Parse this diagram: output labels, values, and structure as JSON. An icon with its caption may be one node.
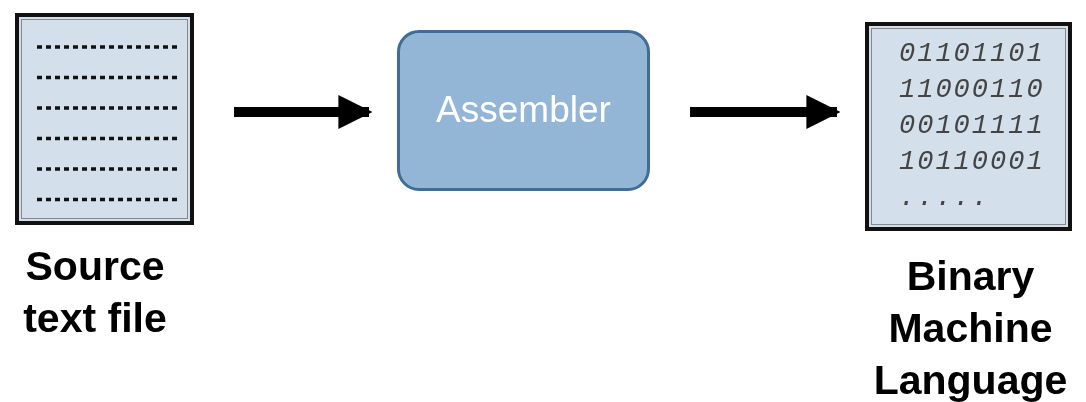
{
  "diagram": {
    "nodes": [
      {
        "text": [
          "Source text file"
        ]
      },
      {
        "text": [
          "Assembler"
        ]
      },
      {
        "text": [
          "01101101",
          "11000110",
          "00101111",
          "10110001",
          ".....",
          "Binary Machine Language"
        ]
      }
    ],
    "edges": [
      {
        "from": 0,
        "to": 1,
        "arrow": "to"
      },
      {
        "from": 1,
        "to": 2,
        "arrow": "to"
      }
    ]
  }
}
